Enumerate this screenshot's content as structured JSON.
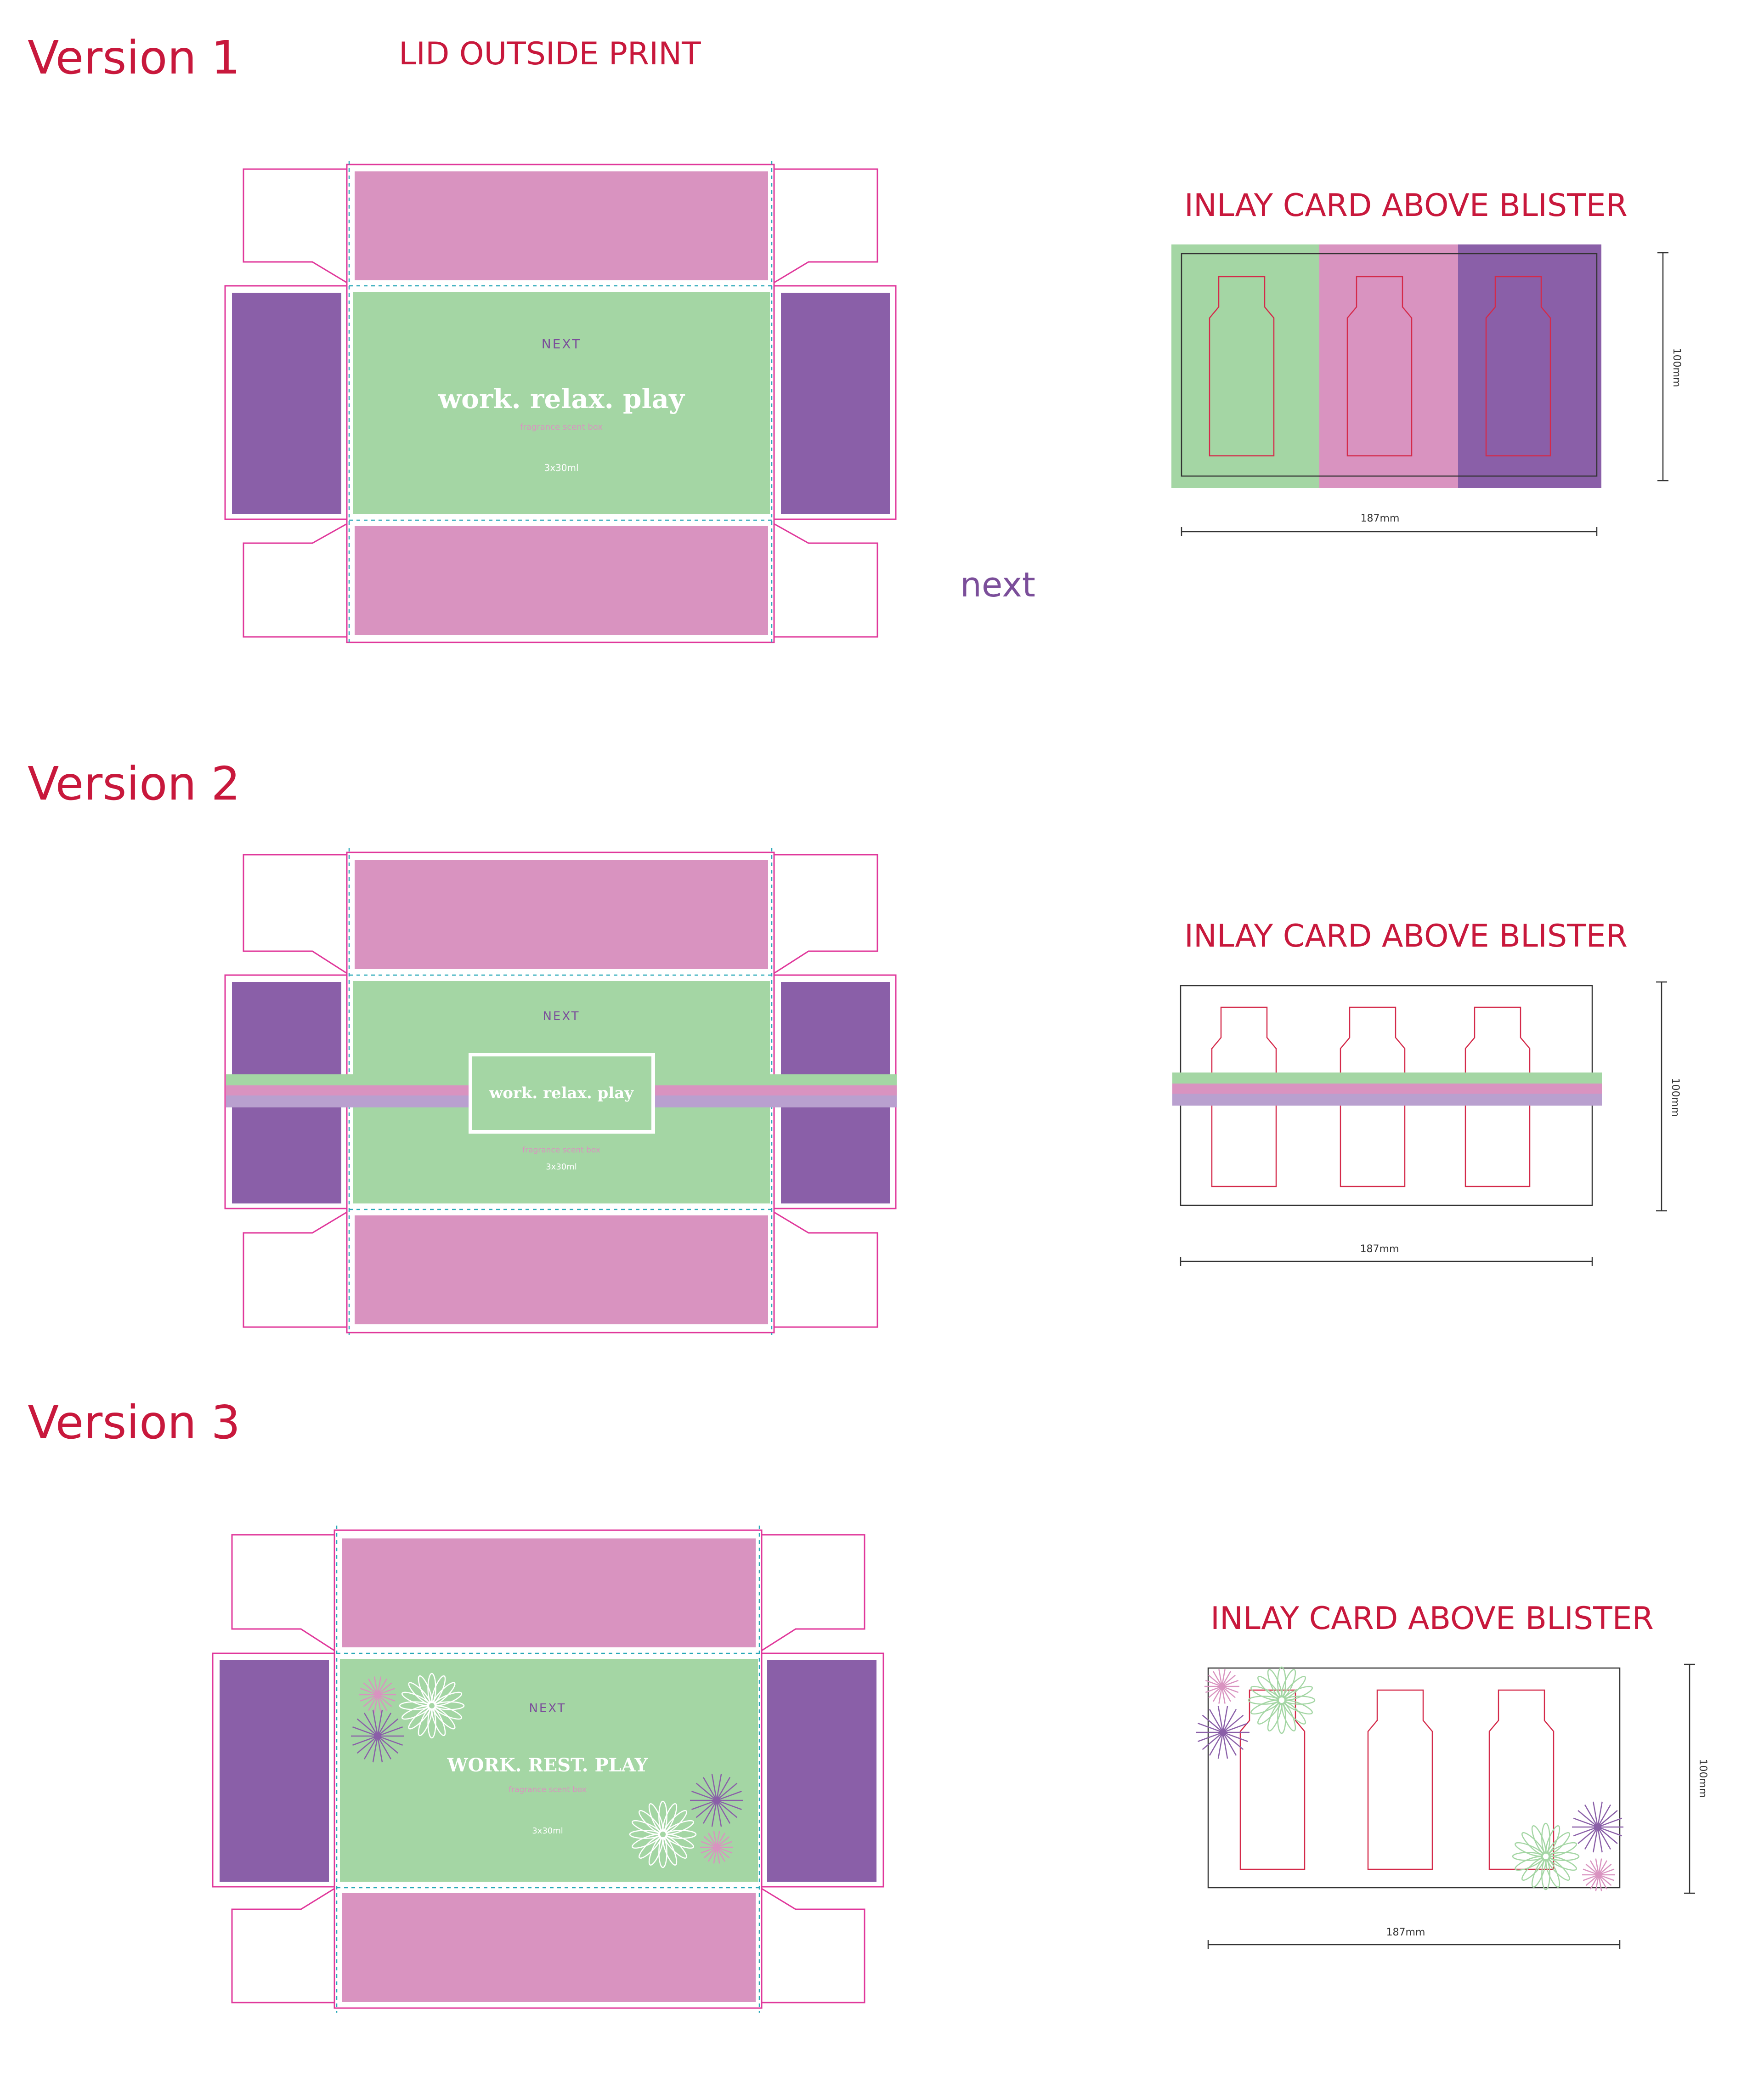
{
  "colors": {
    "green": "#a4d6a4",
    "pink": "#d993c0",
    "purple": "#8a5fa8",
    "lavender": "#b9a0cf",
    "heading_red": "#c8183c",
    "cut_line": "#e0389b",
    "fold_line": "#28a8b8",
    "bottle_outline": "#d42a4a",
    "brand_purple": "#7b4e9a"
  },
  "headings": {
    "v1": "Version 1",
    "v2": "Version 2",
    "v3": "Version 3",
    "lid_outside_print": "LID OUTSIDE PRINT"
  },
  "inlays": {
    "v1": {
      "title": "INLAY CARD ABOVE BLISTER",
      "width_label": "187mm",
      "height_label": "100mm"
    },
    "v2": {
      "title": "INLAY CARD ABOVE BLISTER",
      "width_label": "187mm",
      "height_label": "100mm"
    },
    "v3": {
      "title": "INLAY CARD ABOVE BLISTER",
      "width_label": "187mm",
      "height_label": "100mm"
    }
  },
  "lids": {
    "v1": {
      "brand": "NEXT",
      "tagline": "work. relax. play",
      "subtitle": "fragrance scent box",
      "size": "3x30ml"
    },
    "v2": {
      "brand": "NEXT",
      "tagline": "work. relax. play",
      "subtitle": "fragrance scent box",
      "size": "3x30ml"
    },
    "v3": {
      "brand": "NEXT",
      "tagline": "WORK. REST. PLAY",
      "subtitle": "fragrance scent box",
      "size": "3x30ml"
    }
  },
  "brand_logo": "next"
}
